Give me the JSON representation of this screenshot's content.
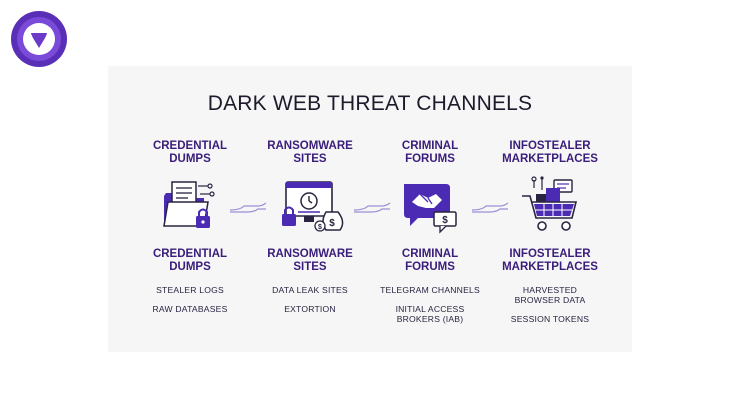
{
  "title": "DARK WEB THREAT CHANNELS",
  "colors": {
    "accent": "#4b2bb3",
    "dark": "#3a1d7a",
    "text": "#1f1a2b",
    "panel": "#f6f6f7"
  },
  "columns": [
    {
      "top_label": "CREDENTIAL\nDUMPS",
      "icon": "folder-lock-icon",
      "bottom_label": "CREDENTIAL\nDUMPS",
      "items": [
        "STEALER LOGS",
        "RAW DATABASES"
      ]
    },
    {
      "top_label": "RANSOMWARE\nSITES",
      "icon": "ransom-timer-icon",
      "bottom_label": "RANSOMWARE\nSITES",
      "items": [
        "DATA LEAK SITES",
        "EXTORTION"
      ]
    },
    {
      "top_label": "CRIMINAL\nFORUMS",
      "icon": "handshake-chat-icon",
      "bottom_label": "CRIMINAL\nFORUMS",
      "items": [
        "TELEGRAM CHANNELS",
        "INITIAL ACCESS\nBROKERS (IAB)"
      ]
    },
    {
      "top_label": "INFOSTEALER\nMARKETPLACES",
      "icon": "shopping-cart-icon",
      "bottom_label": "INFOSTEALER\nMARKETPLACES",
      "items": [
        "HARVESTED\nBROWSER DATA",
        "SESSION TOKENS"
      ]
    }
  ]
}
